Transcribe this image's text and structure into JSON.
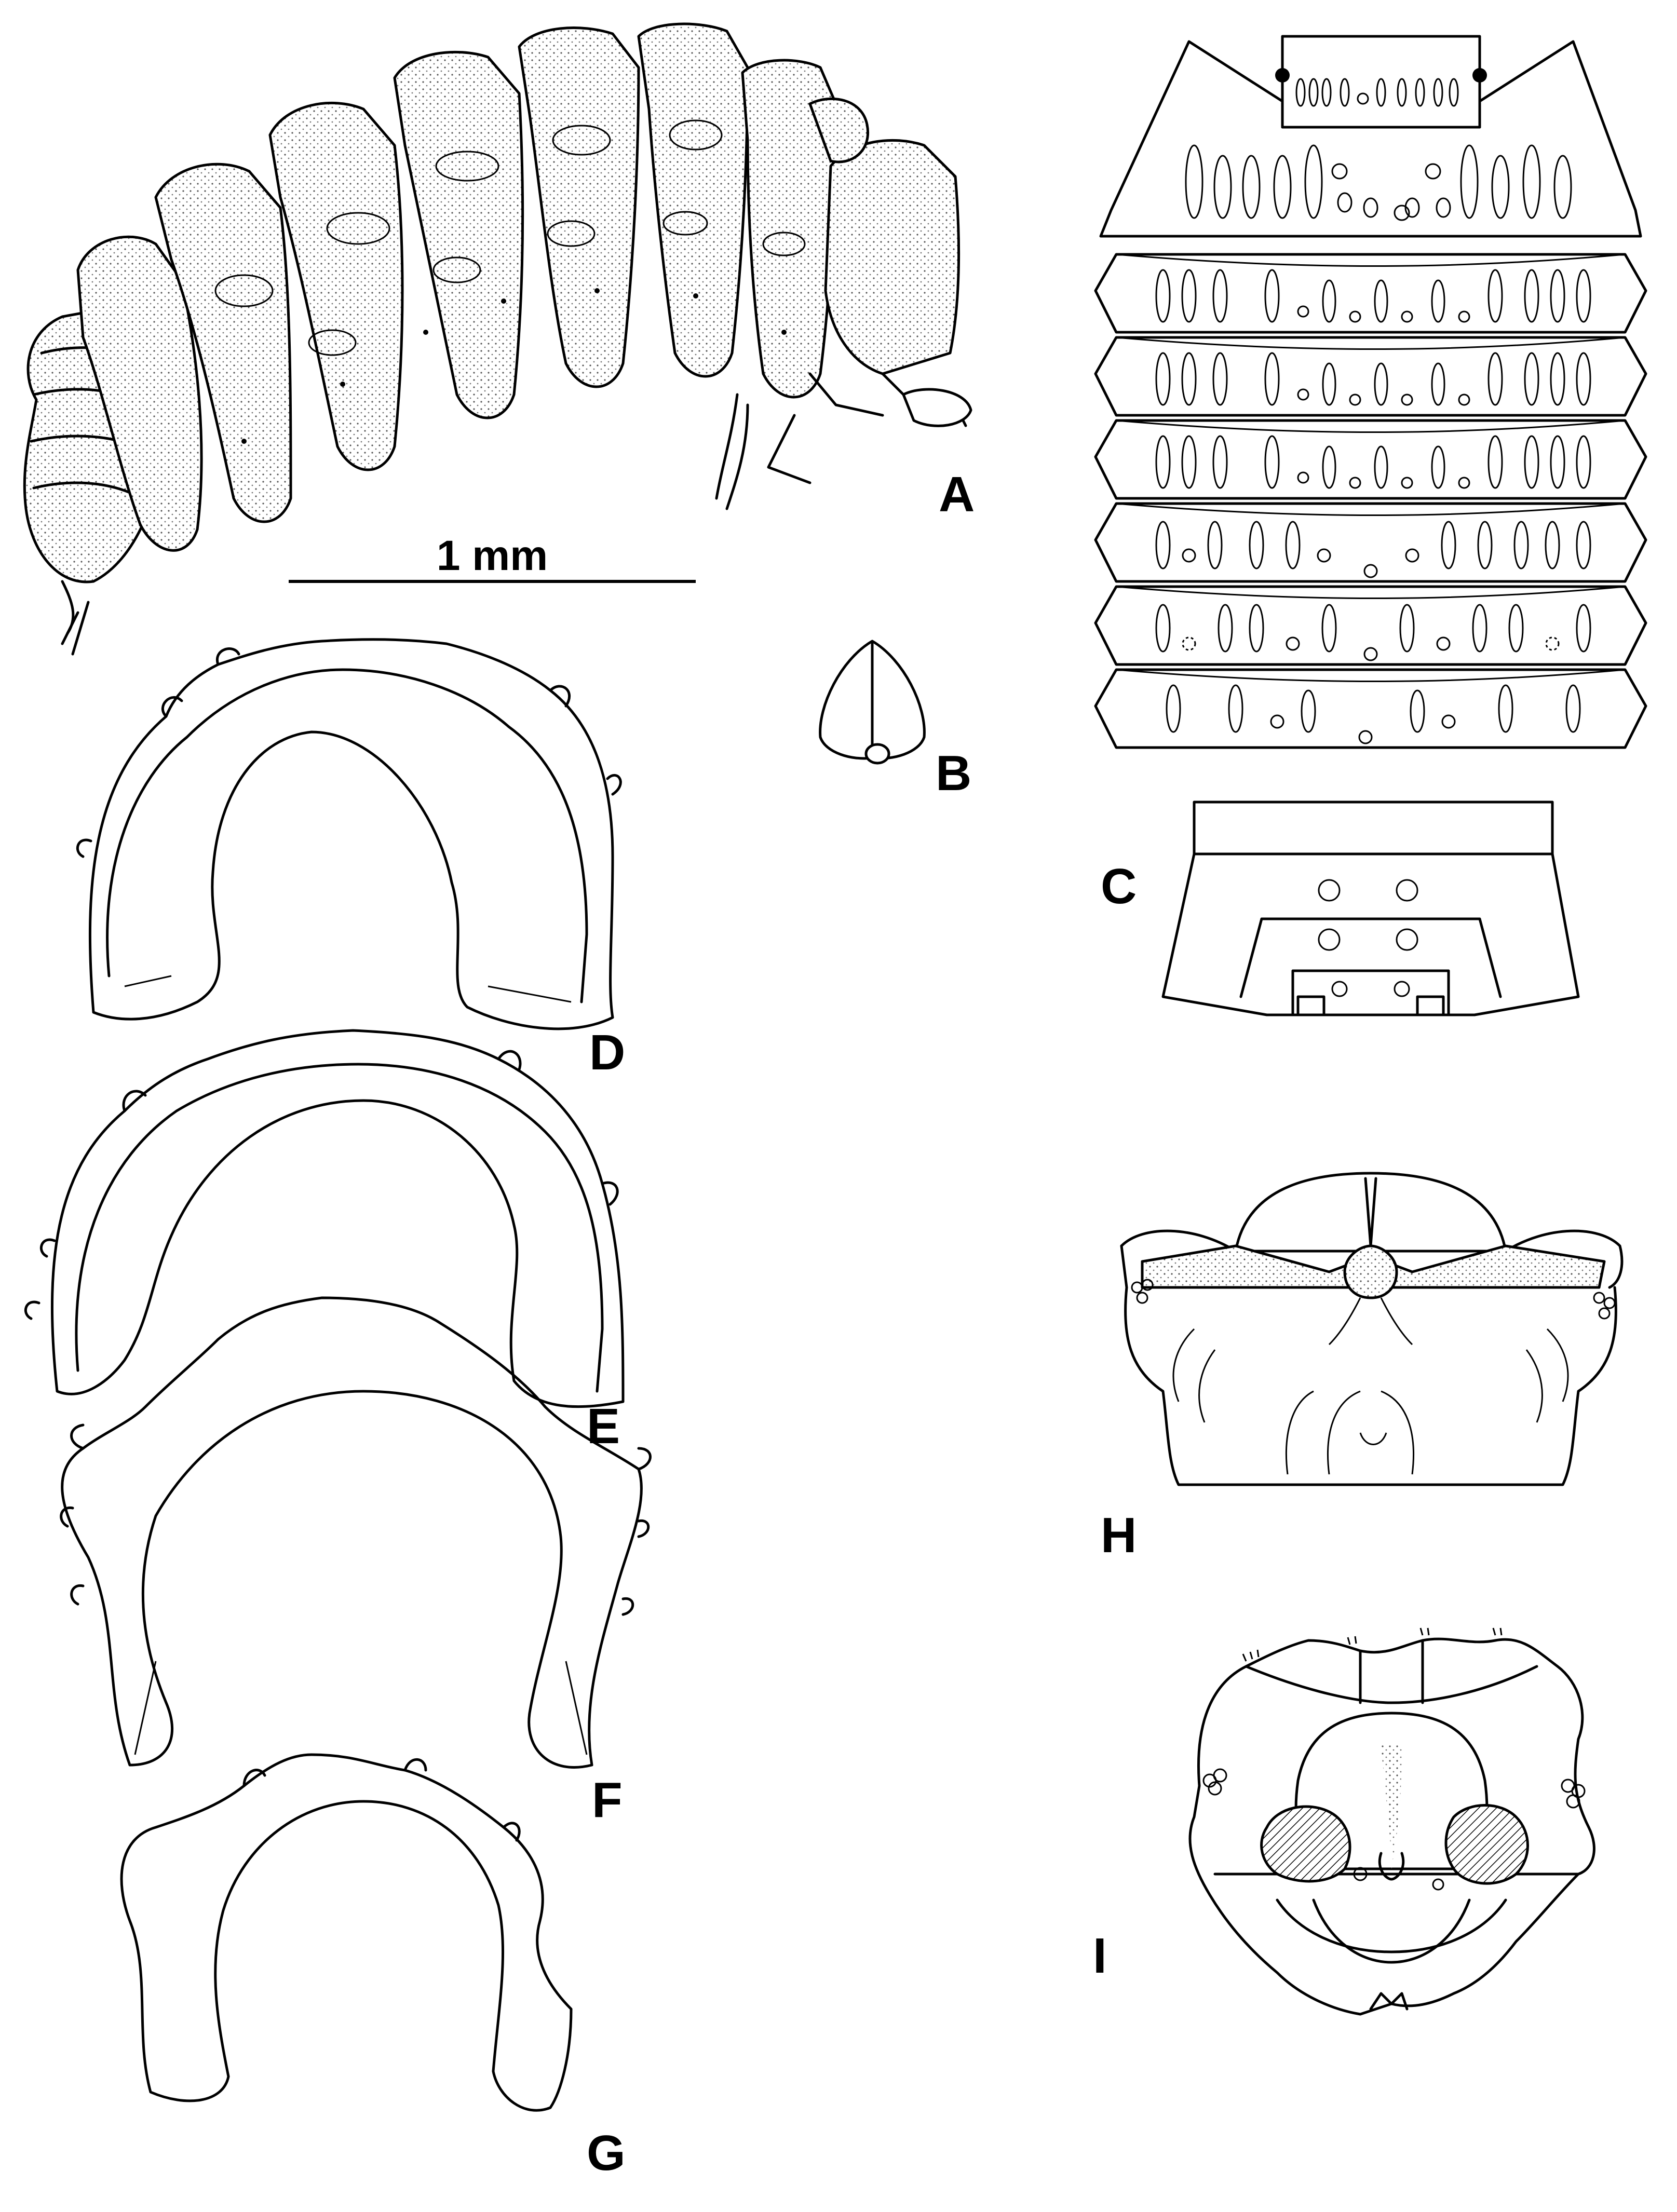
{
  "figure": {
    "panel_labels": {
      "A": "A",
      "B": "B",
      "C": "C",
      "D": "D",
      "E": "E",
      "F": "F",
      "G": "G",
      "H": "H",
      "I": "I"
    },
    "scale_bar": {
      "label": "1 mm"
    }
  }
}
